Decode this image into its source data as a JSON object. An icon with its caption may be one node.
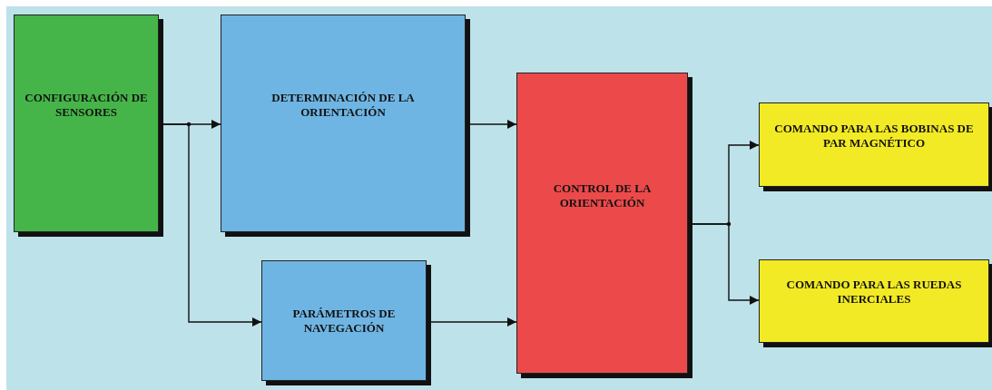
{
  "diagram": {
    "nodes": [
      {
        "text": [
          "CONFIGURACIÓN DE SENSORES"
        ]
      },
      {
        "text": [
          "DETERMINACIÓN DE LA ORIENTACIÓN"
        ]
      },
      {
        "text": [
          "PARÁMETROS DE NAVEGACIÓN"
        ]
      },
      {
        "text": [
          "CONTROL DE LA ORIENTACIÓN"
        ]
      },
      {
        "text": [
          "COMANDO PARA LAS BOBINAS DE PAR MAGNÉTICO"
        ]
      },
      {
        "text": [
          "COMANDO PARA LAS RUEDAS INERCIALES"
        ]
      }
    ],
    "edges": [
      {
        "from": 0,
        "to": 1,
        "arrow": "to"
      },
      {
        "from": 0,
        "to": 2,
        "arrow": "to"
      },
      {
        "from": 1,
        "to": 3,
        "arrow": "to"
      },
      {
        "from": 2,
        "to": 3,
        "arrow": "to"
      },
      {
        "from": 3,
        "to": 4,
        "arrow": "to"
      },
      {
        "from": 3,
        "to": 5,
        "arrow": "to"
      }
    ]
  }
}
